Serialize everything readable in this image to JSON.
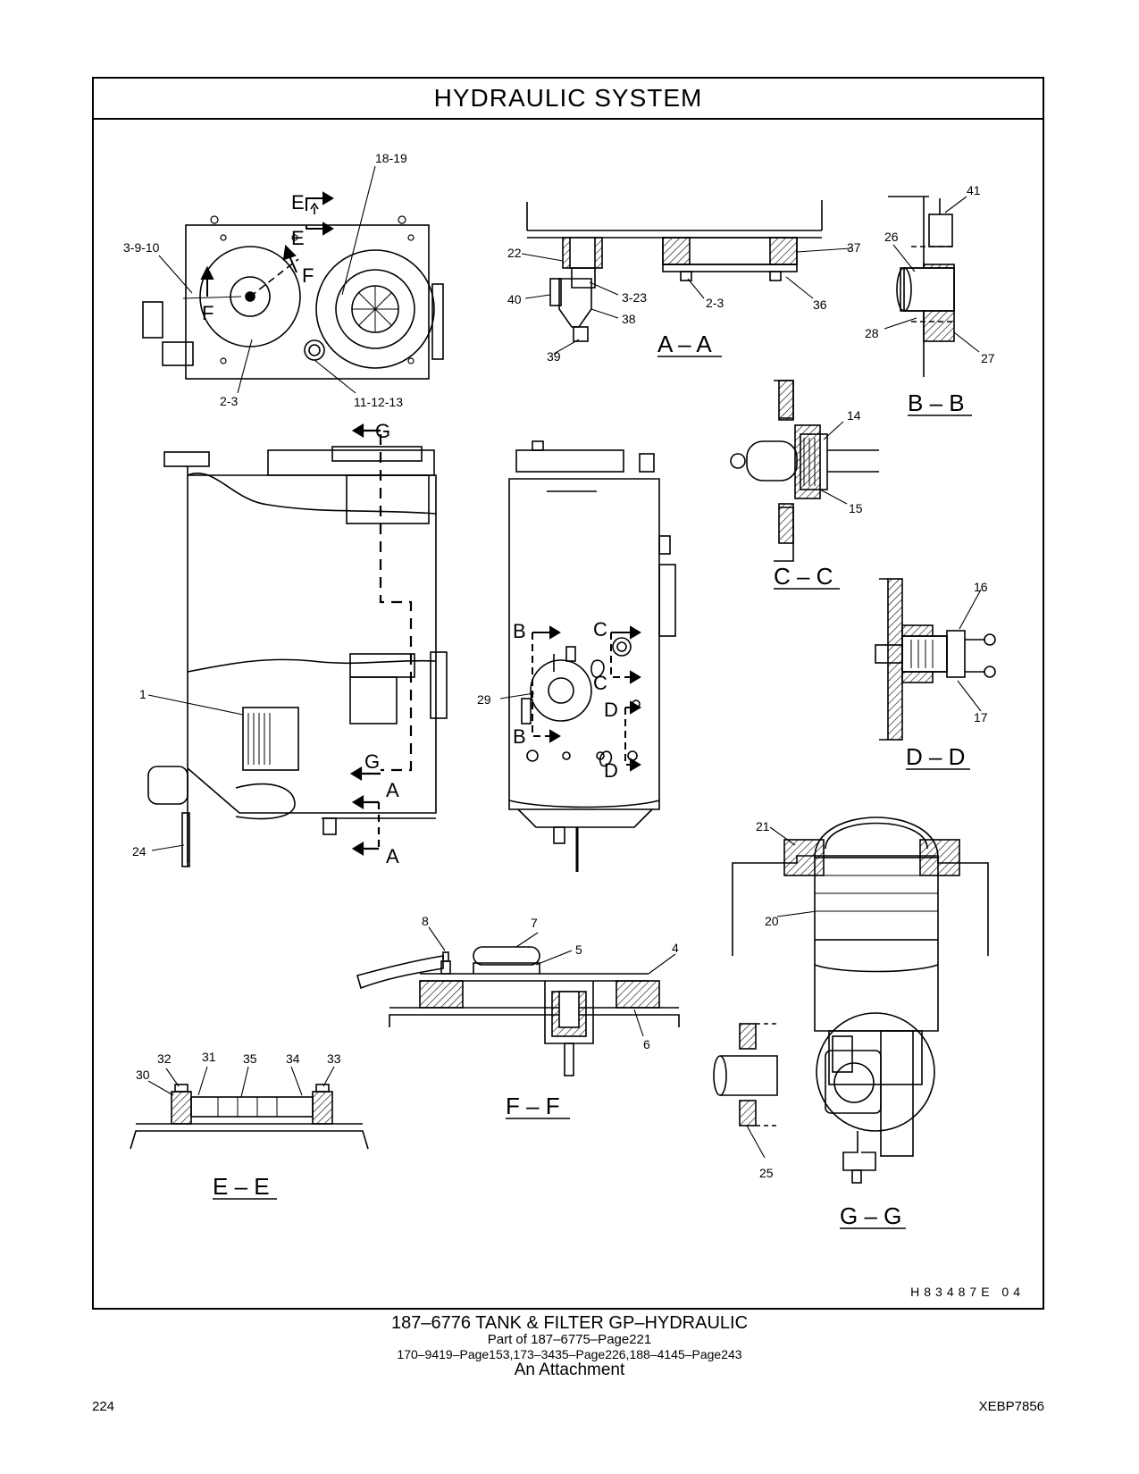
{
  "header": {
    "title": "HYDRAULIC SYSTEM"
  },
  "callouts": {
    "c18_19": "18-19",
    "c3_9_10": "3-9-10",
    "c2_3_top": "2-3",
    "c11_12_13": "11-12-13",
    "c22": "22",
    "c40": "40",
    "c3_23": "3-23",
    "c38": "38",
    "c39": "39",
    "c2_3_aa": "2-3",
    "c37": "37",
    "c36": "36",
    "c41": "41",
    "c26": "26",
    "c28": "28",
    "c27": "27",
    "c14": "14",
    "c15": "15",
    "c16": "16",
    "c17": "17",
    "c1": "1",
    "c24": "24",
    "c29": "29",
    "c21": "21",
    "c20": "20",
    "c25": "25",
    "c8": "8",
    "c7": "7",
    "c5": "5",
    "c4": "4",
    "c6": "6",
    "c32": "32",
    "c31": "31",
    "c35": "35",
    "c34": "34",
    "c33": "33",
    "c30": "30"
  },
  "section_titles": {
    "aa": "A – A",
    "bb": "B – B",
    "cc": "C – C",
    "dd": "D – D",
    "ee": "E – E",
    "ff": "F – F",
    "gg": "G – G"
  },
  "cut_letters": {
    "e": "E",
    "f": "F",
    "g": "G",
    "a": "A",
    "b": "B",
    "c": "C",
    "d": "D"
  },
  "drawing_id": "H83487E 04",
  "caption": {
    "main": "187–6776  TANK & FILTER GP–HYDRAULIC",
    "part_of": "Part of 187–6775–Page221",
    "pages": "170–9419–Page153,173–3435–Page226,188–4145–Page243",
    "attachment": "An Attachment"
  },
  "footer": {
    "page_number": "224",
    "doc_code": "XEBP7856"
  }
}
